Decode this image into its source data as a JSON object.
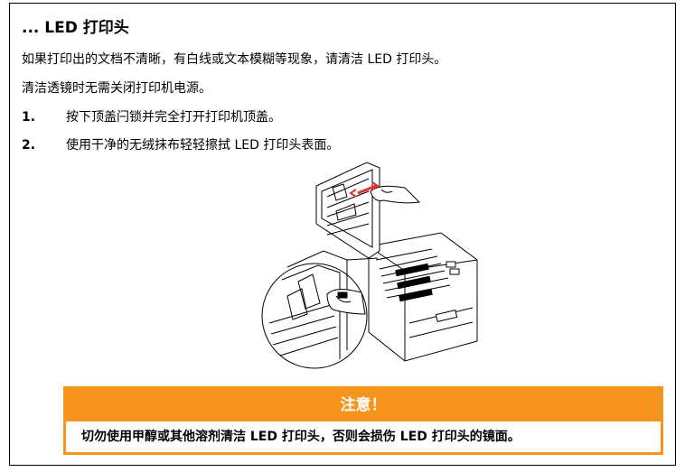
{
  "section": {
    "title": "... LED 打印头",
    "intro": "如果打印出的文档不清晰，有白线或文本模糊等现象，请清洁 LED 打印头。",
    "note": "清洁透镜时无需关闭打印机电源。"
  },
  "steps": [
    {
      "number": "1.",
      "text": "按下顶盖闩锁并完全打开打印机顶盖。"
    },
    {
      "number": "2.",
      "text": "使用干净的无绒抹布轻轻擦拭 LED 打印头表面。"
    }
  ],
  "caution": {
    "heading": "注意！",
    "text": "切勿使用甲醇或其他溶剂清洁 LED 打印头，否则会损伤 LED 打印头的镜面。",
    "color": "#f7941d"
  },
  "figure": {
    "accent_color": "#e03030"
  }
}
